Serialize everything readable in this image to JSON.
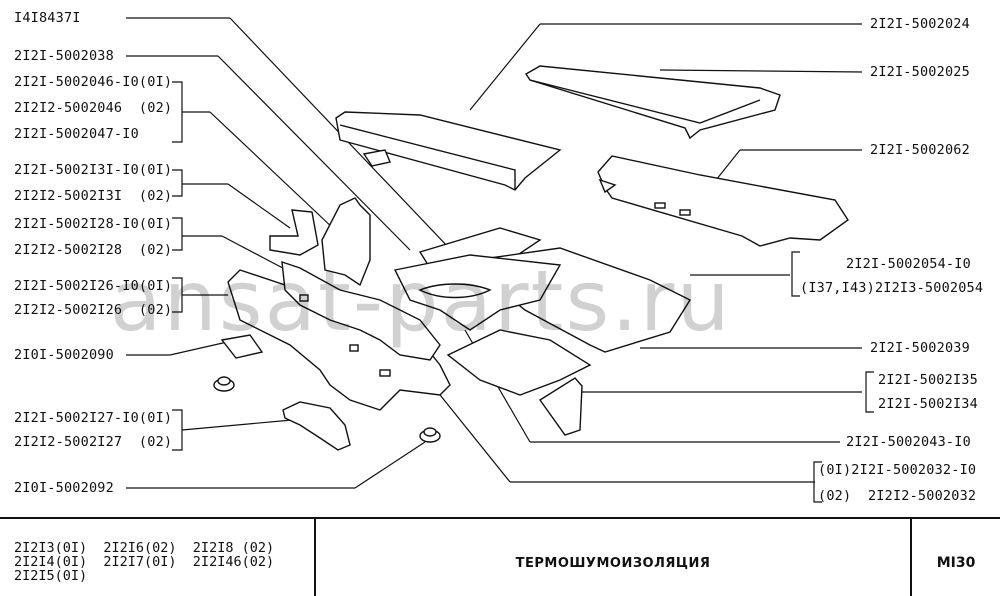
{
  "labels_left": [
    "I4I8437I",
    "2I2I-5002038",
    "2I2I-5002046-I0(0I)",
    "2I2I2-5002046  (02)",
    "2I2I-5002047-I0",
    "2I2I-5002I3I-I0(0I)",
    "2I2I2-5002I3I  (02)",
    "2I2I-5002I28-I0(0I)",
    "2I2I2-5002I28  (02)",
    "2I2I-5002I26-I0(0I)",
    "2I2I2-5002I26  (02)",
    "2I0I-5002090",
    "2I2I-5002I27-I0(0I)",
    "2I2I2-5002I27  (02)",
    "2I0I-5002092"
  ],
  "labels_right": [
    "2I2I-5002024",
    "2I2I-5002025",
    "2I2I-5002062",
    "2I2I-5002054-I0",
    "(I37,I43)2I2I3-5002054",
    "2I2I-5002039",
    "2I2I-5002I35",
    "2I2I-5002I34",
    "2I2I-5002043-I0",
    "(0I)2I2I-5002032-I0",
    "(02)  2I2I2-5002032"
  ],
  "watermark": "ansat-parts.ru",
  "title_block": {
    "models": "2I2I3(0I)  2I2I6(02)  2I2I8 (02)\n2I2I4(0I)  2I2I7(0I)  2I2I46(02)\n2I2I5(0I)",
    "title": "ТЕРМОШУМОИЗОЛЯЦИЯ",
    "code": "МI30"
  }
}
